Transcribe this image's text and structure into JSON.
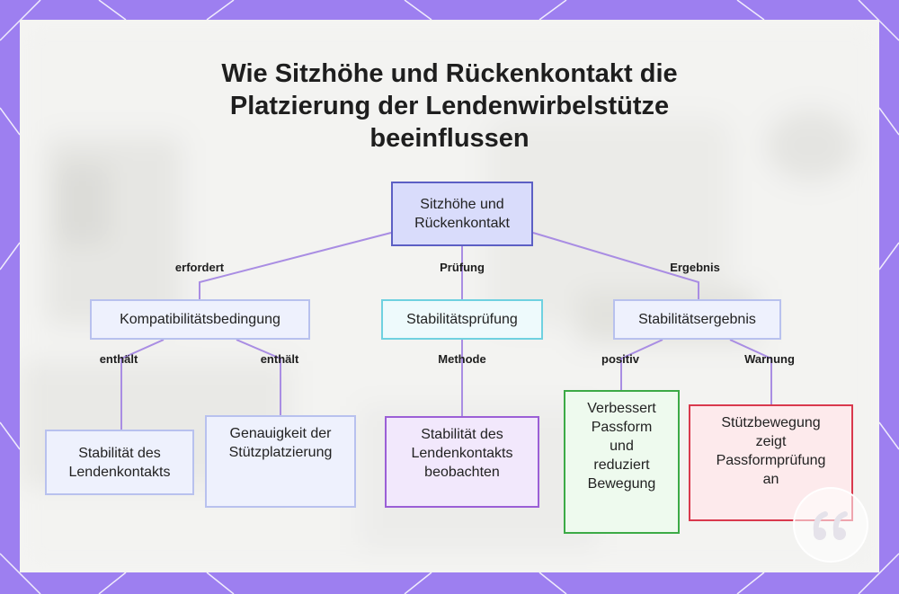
{
  "title": {
    "lines": [
      "Wie Sitzhöhe und Rückenkontakt die",
      "Platzierung der Lendenwirbelstütze",
      "beeinflussen"
    ]
  },
  "nodes": {
    "root": [
      "Sitzhöhe und",
      "Rückenkontakt"
    ],
    "compat": [
      "Kompatibilitätsbedingung"
    ],
    "stabcheck": [
      "Stabilitätsprüfung"
    ],
    "stabresult": [
      "Stabilitätsergebnis"
    ],
    "lumbar_stab": [
      "Stabilität des",
      "Lendenkontakts"
    ],
    "precision": [
      "Genauigkeit der",
      "Stützplatzierung"
    ],
    "observe": [
      "Stabilität des",
      "Lendenkontakts",
      "beobachten"
    ],
    "improves": [
      "Verbessert",
      "Passform",
      "und",
      "reduziert",
      "Bewegung"
    ],
    "movement": [
      "Stützbewegung",
      "zeigt",
      "Passformprüfung",
      "an"
    ]
  },
  "edges": {
    "requires": "erfordert",
    "check": "Prüfung",
    "result": "Ergebnis",
    "contains1": "enthält",
    "contains2": "enthält",
    "method": "Methode",
    "positive": "positiv",
    "warning": "Warnung"
  },
  "colors": {
    "frame": "#9d7ff0",
    "link": "#a98de3",
    "root_fill": "#d9dcfb",
    "root_border": "#5c5fc4",
    "blue_fill": "#eef1fd",
    "blue_border": "#b8c1ee",
    "cyan_fill": "#eefafc",
    "cyan_border": "#6fd1e0",
    "purple_fill": "#f2e8fc",
    "purple_border": "#9b5fd6",
    "green_fill": "#eefaee",
    "green_border": "#3caa46",
    "red_fill": "#fdeaec",
    "red_border": "#d9394d"
  }
}
